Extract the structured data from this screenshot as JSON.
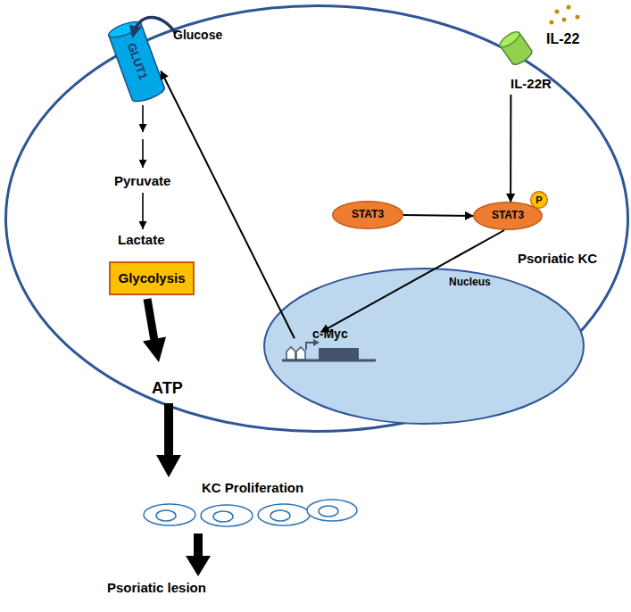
{
  "diagram": {
    "nodes": [
      {
        "text": [
          "Psoriatic KC"
        ]
      },
      {
        "text": [
          "Nucleus"
        ],
        "in": 0
      },
      {
        "text": [
          "GLUT1"
        ]
      },
      {
        "text": [
          "Glycolysis"
        ],
        "in": 0
      },
      {
        "text": [
          "IL-22R"
        ]
      },
      {
        "text": [
          "STAT3"
        ],
        "in": 0
      },
      {
        "text": [
          "STAT3"
        ],
        "in": 0
      },
      {
        "text": [
          "P"
        ],
        "in": 6
      }
    ],
    "edges": [
      {
        "from": 5,
        "to": 6,
        "arrow": "to"
      },
      {
        "from": 4,
        "to": 6,
        "arrow": "to"
      },
      {
        "from": 6,
        "to": 1,
        "arrow": "to"
      },
      {
        "from": 1,
        "to": 2,
        "arrow": "to"
      }
    ],
    "labels": [
      "Glucose",
      "Pyruvate",
      "Lactate",
      "ATP",
      "KC Proliferation",
      "Psoriatic lesion",
      "IL-22",
      "c-Myc"
    ]
  }
}
